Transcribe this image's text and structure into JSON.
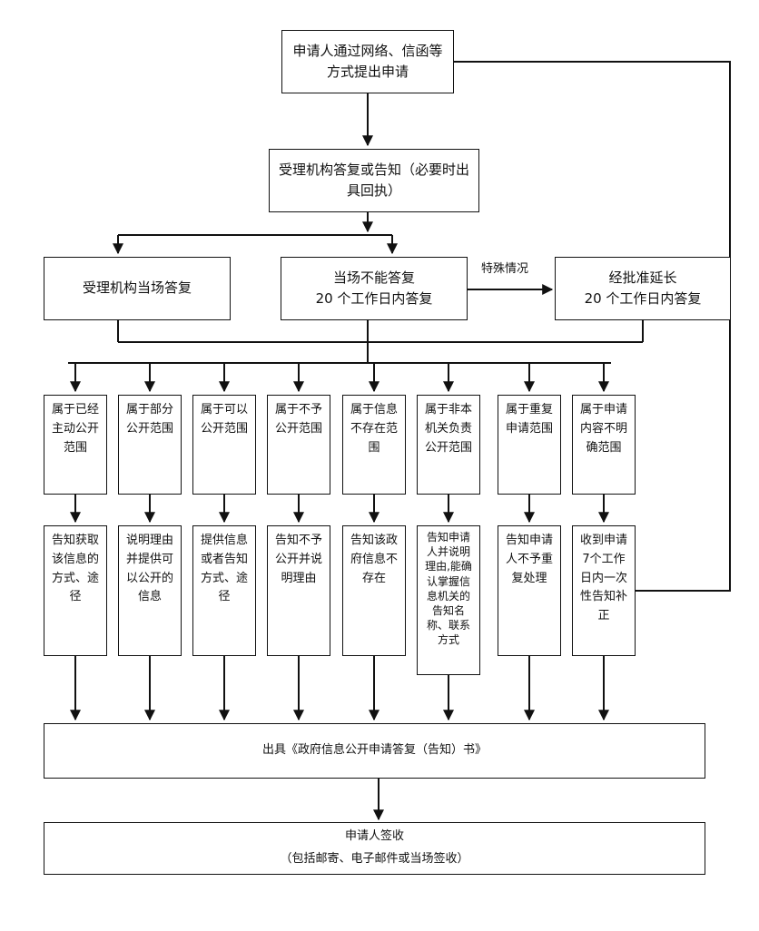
{
  "nodes": {
    "apply": "申请人通过网络、信函等方式提出申请",
    "receive": "受理机构答复或告知（必要时出具回执）",
    "on_site": "受理机构当场答复",
    "cannot_on_site": [
      "当场不能答复",
      "20 个工作日内答复"
    ],
    "extend": [
      "经批准延长",
      "20 个工作日内答复"
    ],
    "issue": "出具《政府信息公开申请答复（告知）书》",
    "sign": [
      "申请人签收",
      "（包括邮寄、电子邮件或当场签收）"
    ]
  },
  "edge_labels": {
    "special": "特殊情况"
  },
  "categories": [
    "属于已经主动公开范围",
    "属于部分公开范围",
    "属于可以公开范围",
    "属于不予公开范围",
    "属于信息不存在范围",
    "属于非本机关负责公开范围",
    "属于重复申请范围",
    "属于申请内容不明确范围"
  ],
  "responses": [
    "告知获取该信息的方式、途径",
    "说明理由并提供可以公开的信息",
    "提供信息或者告知方式、途径",
    "告知不予公开并说明理由",
    "告知该政府信息不存在",
    "告知申请人并说明理由,能确认掌握信息机关的告知名称、联系方式",
    "告知申请人不予重复处理",
    "收到申请7个工作日内一次性告知补正"
  ]
}
